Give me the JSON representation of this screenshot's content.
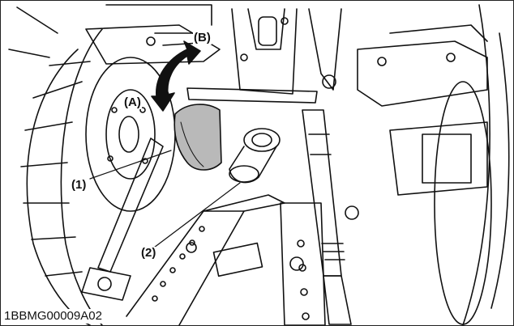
{
  "labels": {
    "a": "(A)",
    "b": "(B)",
    "one": "(1)",
    "two": "(2)"
  },
  "figure_code": "1BBMG00009A02",
  "colors": {
    "line": "#111111",
    "cover_fill": "#b9b9b9",
    "arrow_fill": "#111111"
  }
}
